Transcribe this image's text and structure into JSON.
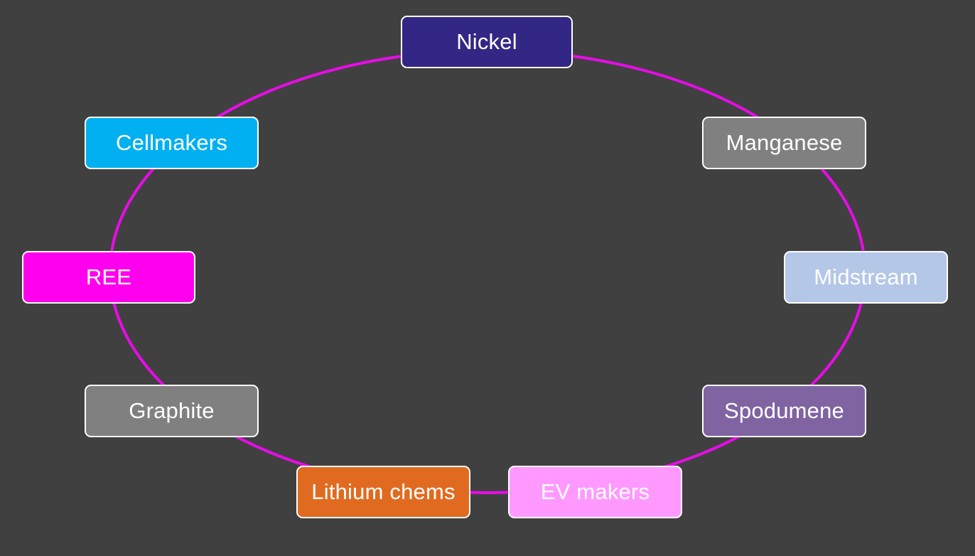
{
  "diagram": {
    "type": "cycle",
    "ring_color": "#e80ce8",
    "background": "#404040",
    "nodes": [
      {
        "id": "nickel",
        "label": "Nickel",
        "fill": "#332785"
      },
      {
        "id": "manganese",
        "label": "Manganese",
        "fill": "#808080"
      },
      {
        "id": "midstream",
        "label": "Midstream",
        "fill": "#b4c7e7"
      },
      {
        "id": "spodumene",
        "label": "Spodumene",
        "fill": "#8064a2"
      },
      {
        "id": "ev-makers",
        "label": "EV makers",
        "fill": "#ff99ff"
      },
      {
        "id": "lithium-chems",
        "label": "Lithium chems",
        "fill": "#e06b20"
      },
      {
        "id": "graphite",
        "label": "Graphite",
        "fill": "#808080"
      },
      {
        "id": "ree",
        "label": "REE",
        "fill": "#ff00ee"
      },
      {
        "id": "cellmakers",
        "label": "Cellmakers",
        "fill": "#00b0f0"
      }
    ]
  }
}
